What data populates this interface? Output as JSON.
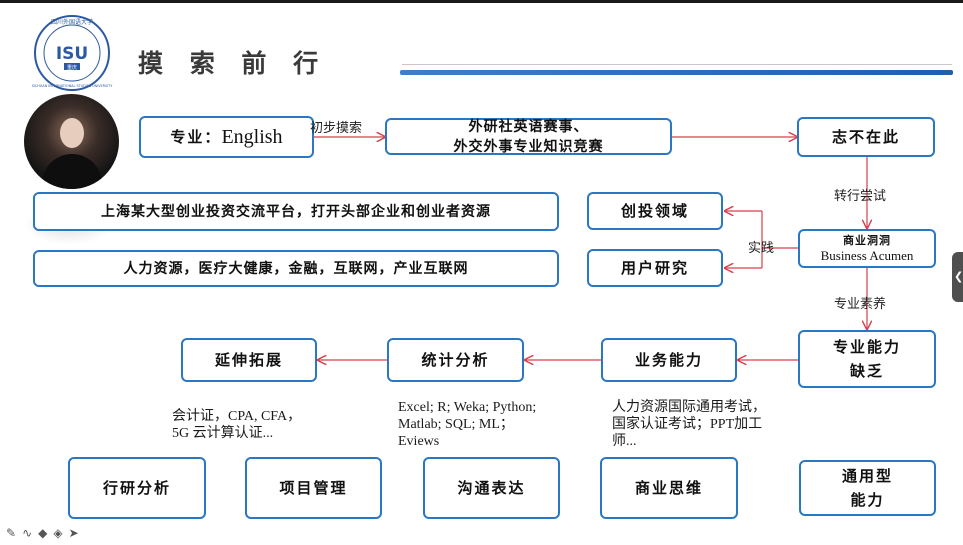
{
  "title": "摸 索 前 行",
  "logo": {
    "text": "四川外国语大学",
    "abbr": "ISU",
    "city": "重庆",
    "en": "SICHUAN INTERNATIONAL STUDIES UNIVERSITY"
  },
  "nodes": {
    "major": {
      "prefix": "专业：",
      "value": "English"
    },
    "fltrp": {
      "line1": "外研社英语赛事、",
      "line2": "外交外事专业知识竞赛"
    },
    "not_here": "志不在此",
    "biz_acumen": {
      "zh": "商业洞洞",
      "en": "Business Acumen"
    },
    "vc_field": "创投领域",
    "user_research": "用户研究",
    "shanghai": "上海某大型创业投资交流平台，打开头部企业和创业者资源",
    "industries": "人力资源，医疗大健康，金融，互联网，产业互联网",
    "lack": {
      "line1": "专业能力",
      "line2": "缺乏"
    },
    "business": "业务能力",
    "stats": "统计分析",
    "extend": "延伸拓展",
    "industry_research": "行研分析",
    "project_mgmt": "项目管理",
    "communication": "沟通表达",
    "biz_thinking": "商业思维",
    "general": {
      "line1": "通用型",
      "line2": "能力"
    }
  },
  "edge_labels": {
    "explore": "初步摸索",
    "switch": "转行尝试",
    "practice": "实践",
    "literacy": "专业素养"
  },
  "notes": {
    "cert": {
      "line1": "会计证，CPA, CFA，",
      "line2": "5G 云计算认证..."
    },
    "tools": {
      "line1": "Excel; R; Weka; Python;",
      "line2": "Matlab; SQL; ML；",
      "line3": "Eviews"
    },
    "hr": {
      "line1": "人力资源国际通用考试，",
      "line2": "国家认证考试；PPT加工",
      "line3": "师..."
    }
  },
  "side_tab": "❮",
  "tools": [
    "✎",
    "∿",
    "◆",
    "◈",
    "➤"
  ]
}
